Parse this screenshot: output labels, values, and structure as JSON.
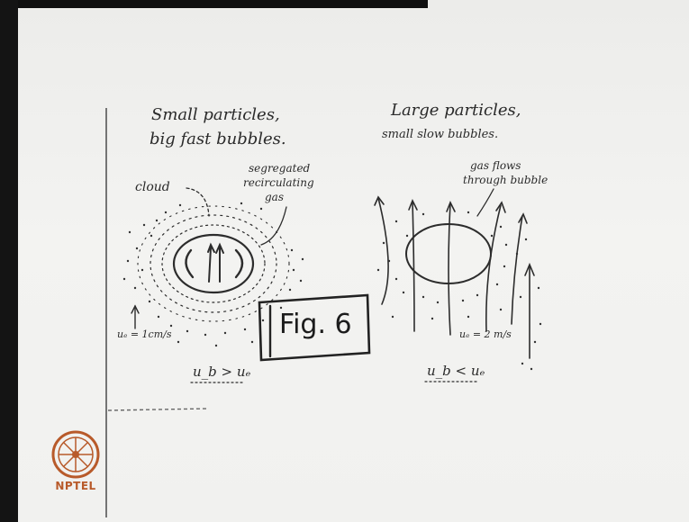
{
  "left": {
    "title_line1": "Small particles,",
    "title_line2": "big fast bubbles.",
    "label_cloud": "cloud",
    "label_segregated_1": "segregated",
    "label_segregated_2": "recirculating",
    "label_segregated_3": "gas",
    "label_velocity": "uₑ = 1cm/s",
    "label_relation": "u_b > uₑ"
  },
  "right": {
    "title_line1": "Large particles,",
    "title_line2": "small slow bubbles.",
    "label_flow_1": "gas flows",
    "label_flow_2": "through bubble",
    "label_velocity": "uₑ = 2 m/s",
    "label_relation": "u_b < uₑ"
  },
  "figure_label": "Fig. 6",
  "logo": {
    "text": "NPTEL",
    "icon": "nptel-wheel-icon",
    "color": "#b85a2a"
  }
}
